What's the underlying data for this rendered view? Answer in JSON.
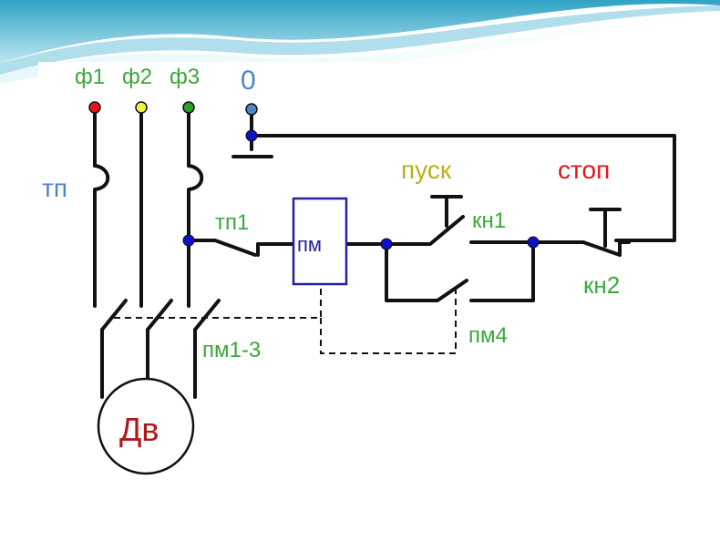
{
  "diagram": {
    "phase_labels": [
      "ф1",
      "ф2",
      "ф3"
    ],
    "neutral_label": "0",
    "fuse_label": "тп",
    "thermal_contact_label": "тп1",
    "contactor_coil_label": "пм",
    "start_button_label": "пуск",
    "stop_button_label": "стоп",
    "start_contact_label": "кн1",
    "stop_contact_label": "кн2",
    "holding_contact_label": "пм4",
    "main_contacts_label": "пм1-3",
    "motor_label": "Дв"
  },
  "colors": {
    "phase1_terminal": "#e8141c",
    "phase2_terminal": "#f2f23a",
    "phase3_terminal": "#2aa02a",
    "neutral_terminal": "#4a86c8",
    "node": "#1010c8",
    "wire": "#111111",
    "green_label": "#3aa83a",
    "blue_label": "#4a86c8",
    "start_label": "#b9b01a",
    "stop_label": "#e01818",
    "motor_label": "#b01818",
    "coil_border": "#2020a0"
  }
}
